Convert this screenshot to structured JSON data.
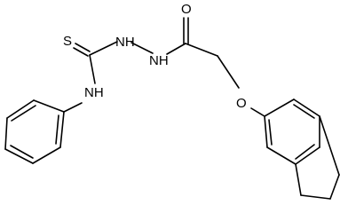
{
  "molecule": {
    "atom_labels": {
      "oxygen_carbonyl": "O",
      "sulfur": "S",
      "nh_upper": "NH",
      "nh_lower": "NH",
      "nh_aniline": "NH",
      "oxygen_ether": "O"
    },
    "colors": {
      "bond": "#000000",
      "background": "#ffffff"
    }
  }
}
